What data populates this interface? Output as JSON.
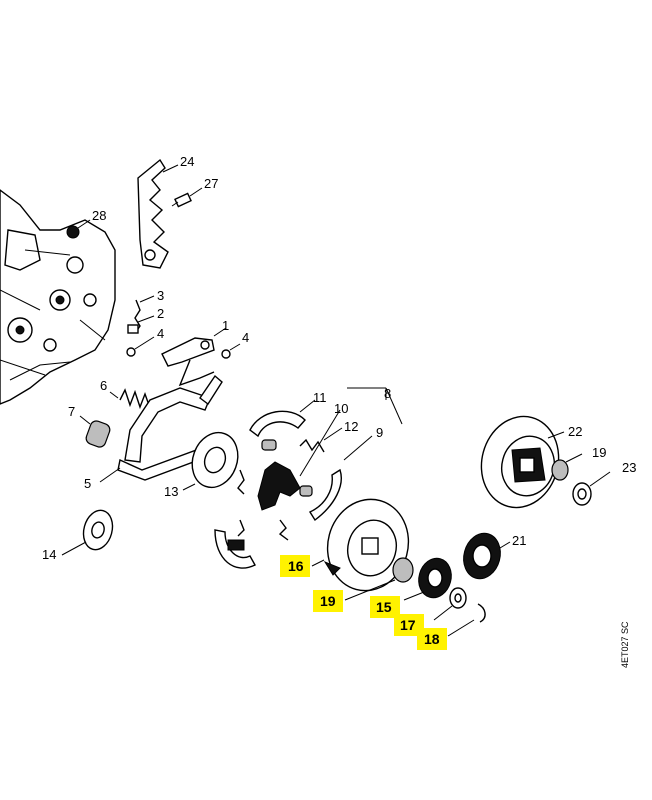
{
  "callouts": {
    "c24": "24",
    "c27": "27",
    "c28": "28",
    "c3": "3",
    "c2": "2",
    "c4a": "4",
    "c1": "1",
    "c4b": "4",
    "c6": "6",
    "c7": "7",
    "c5": "5",
    "c11": "11",
    "c10": "10",
    "c8": "8",
    "c12": "12",
    "c9": "9",
    "c13": "13",
    "c14": "14",
    "c22": "22",
    "c19a": "19",
    "c23": "23",
    "c21": "21"
  },
  "highlighted": {
    "h16": "16",
    "h19": "19",
    "h15": "15",
    "h17": "17",
    "h18": "18"
  },
  "figure_code": "4ET027 SC",
  "colors": {
    "highlight": "#fff200",
    "line": "#000000"
  }
}
